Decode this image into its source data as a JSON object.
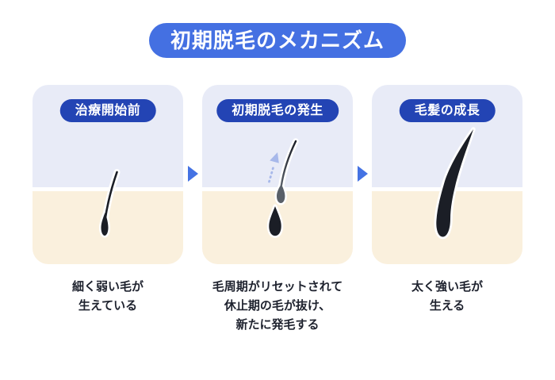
{
  "title": "初期脱毛のメカニズム",
  "steps": [
    {
      "label": "治療開始前",
      "caption": "細く弱い毛が\n生えている",
      "illustration": "thin-weak-hair"
    },
    {
      "label": "初期脱毛の発生",
      "caption": "毛周期がリセットされて\n休止期の毛が抜け、\n新たに発毛する",
      "illustration": "shedding-hair-with-new-growth"
    },
    {
      "label": "毛髪の成長",
      "caption": "太く強い毛が\n生える",
      "illustration": "thick-strong-hair"
    }
  ],
  "icons": {
    "step_arrow": "right-triangle-arrow",
    "push_out_arrow": "dashed-up-arrow"
  },
  "colors": {
    "page_bg": "#ffffff",
    "title_pill": "#4470e2",
    "label_pill": "#2344b4",
    "above_skin_bg": "#e8ebf7",
    "skin_bg": "#faf0dd",
    "hair_dark": "#1b1e26",
    "hair_gray": "#596069",
    "step_arrow_blue": "#4472e3",
    "dashed_arrow_blue": "#a7b8ea",
    "caption_text": "#1e222e"
  }
}
